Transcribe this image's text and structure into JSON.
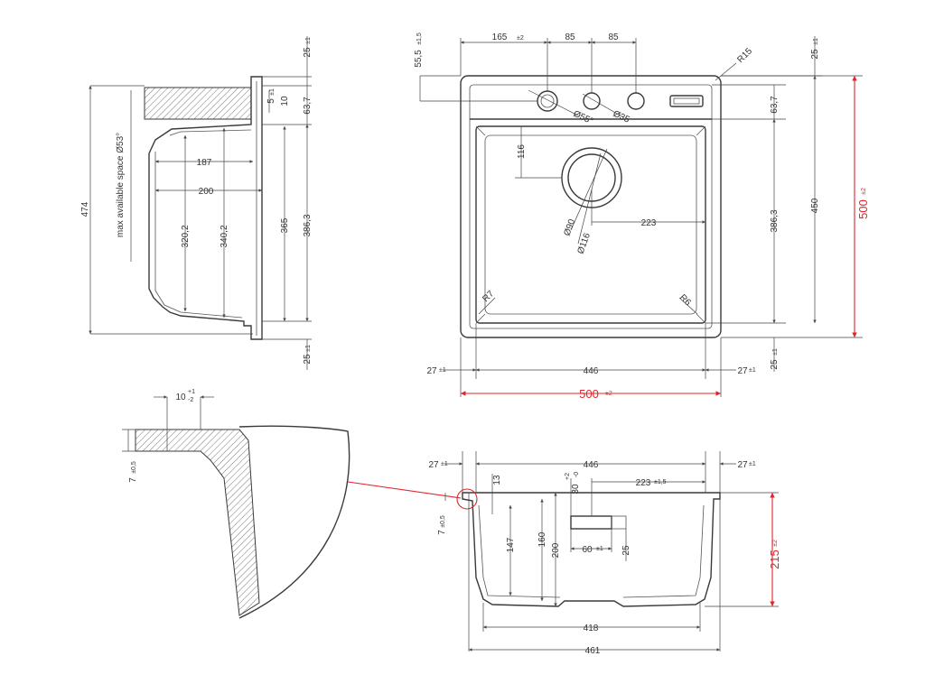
{
  "side_view": {
    "dim_474": "474",
    "max_space": "max available space Ø53°",
    "dim_187": "187",
    "dim_200": "200",
    "dim_320_2": "320,2",
    "dim_340_2": "340,2",
    "dim_365": "365",
    "dim_386_3": "386,3",
    "dim_63_7": "63,7",
    "dim_25_top": "25",
    "tol_top": "±1",
    "dim_25_bottom": "25",
    "tol_bottom": "±1",
    "dim_5": "5",
    "tol_5": "±1",
    "dim_10": "10"
  },
  "top_view": {
    "dim_55_5": "55,5",
    "tol_55_5": "±1,5",
    "dim_165": "165",
    "tol_165": "±2",
    "dim_85_a": "85",
    "dim_85_b": "85",
    "r15": "R15",
    "dim_25_top": "25",
    "tol_25": "±1",
    "dim_63_7": "63,7",
    "dia_55": "Ø55°",
    "dia_35": "Ø35",
    "dim_116": "116",
    "dia_90": "Ø90",
    "dia_116": "Ø116",
    "dim_223": "223",
    "dim_386_3": "386,3",
    "dim_450": "450",
    "dim_500_v": "500",
    "tol_500_v": "±2",
    "r7": "R7",
    "r6": "R6",
    "dim_27_l": "27",
    "tol_27_l": "±1",
    "dim_446": "446",
    "dim_27_r": "27",
    "tol_27_r": "±1",
    "dim_25_bottom": "25",
    "tol_25_bottom": "±1",
    "dim_500_h": "500",
    "tol_500_h": "±2"
  },
  "detail_view": {
    "dim_10": "10",
    "tol_10_up": "+1",
    "tol_10_dn": "-2",
    "dim_7": "7",
    "tol_7": "±0,5"
  },
  "section_view": {
    "dim_27_l": "27",
    "tol_27_l": "±1",
    "dim_446": "446",
    "dim_27_r": "27",
    "tol_27_r": "±1",
    "dim_13": "13",
    "dim_30": "30",
    "tol_30_up": "+2",
    "tol_30_dn": "-0",
    "dim_223": "223",
    "tol_223": "±1,5",
    "dim_7": "7",
    "tol_7": "±0,5",
    "dim_147": "147",
    "dim_160": "160",
    "dim_200": "200",
    "dim_60": "60",
    "tol_60": "±1",
    "dim_25": "25",
    "dim_215": "215",
    "tol_215": "±2",
    "dim_418": "418",
    "dim_461": "461"
  }
}
